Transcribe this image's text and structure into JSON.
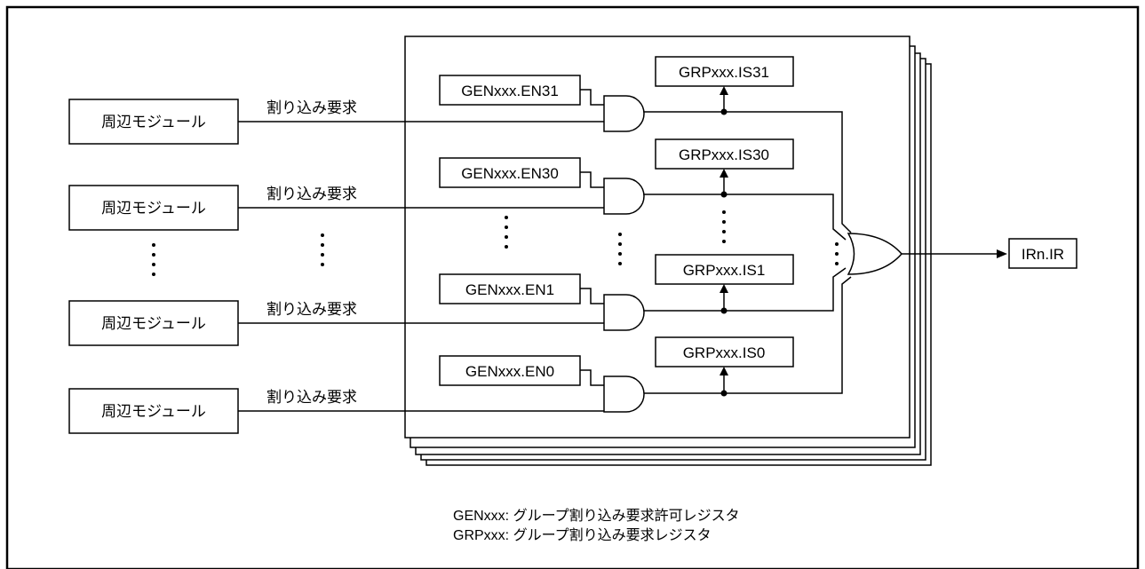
{
  "peripheral_label": "周辺モジュール",
  "request_label": "割り込み要求",
  "channels": [
    {
      "gen": "GENxxx.EN31",
      "grp": "GRPxxx.IS31"
    },
    {
      "gen": "GENxxx.EN30",
      "grp": "GRPxxx.IS30"
    },
    {
      "gen": "GENxxx.EN1",
      "grp": "GRPxxx.IS1"
    },
    {
      "gen": "GENxxx.EN0",
      "grp": "GRPxxx.IS0"
    }
  ],
  "output_label": "IRn.IR",
  "legend": [
    "GENxxx: グループ割り込み要求許可レジスタ",
    "GRPxxx: グループ割り込み要求レジスタ"
  ]
}
